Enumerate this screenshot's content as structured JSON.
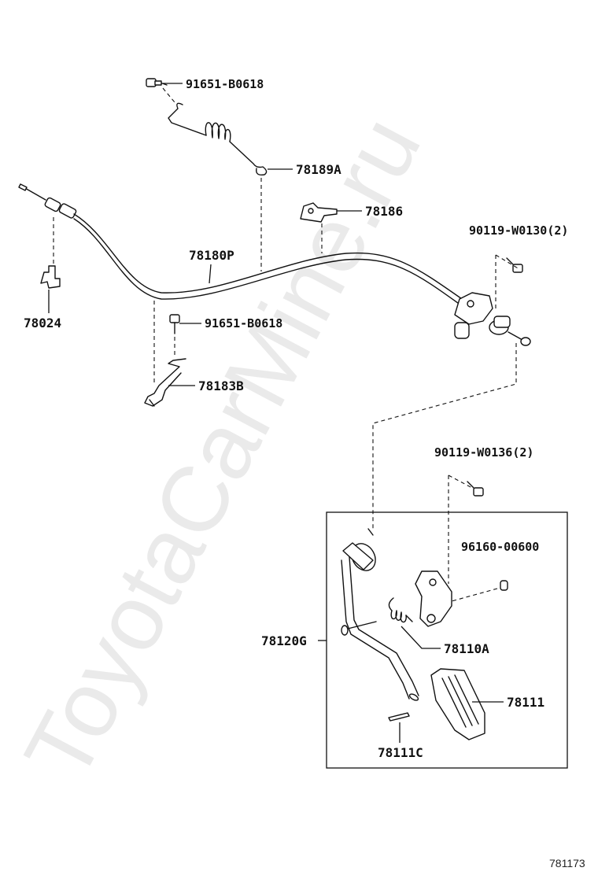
{
  "watermark": "ToyotaCarMine.ru",
  "diagram_ref": "781173",
  "labels": {
    "p91651_top": "91651-B0618",
    "p78189A": "78189A",
    "p78186": "78186",
    "p90119_w0130": "90119-W0130(2)",
    "p78180P": "78180P",
    "p78024": "78024",
    "p91651_mid": "91651-B0618",
    "p78183B": "78183B",
    "p90119_w0136": "90119-W0136(2)",
    "p96160": "96160-00600",
    "p78120G": "78120G",
    "p78110A": "78110A",
    "p78111": "78111",
    "p78111C": "78111C"
  }
}
